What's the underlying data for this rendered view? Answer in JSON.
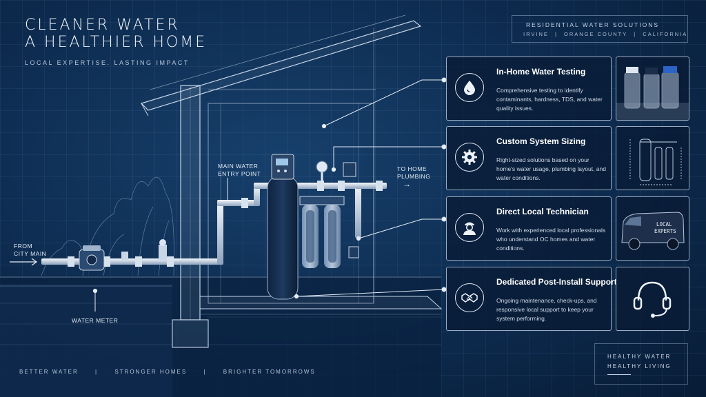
{
  "header": {
    "title_line1": "CLEANER WATER",
    "title_line2": "A HEALTHIER HOME",
    "tagline": "LOCAL EXPERTISE. LASTING IMPACT"
  },
  "location_box": {
    "heading": "RESIDENTIAL WATER SOLUTIONS",
    "places": [
      "IRVINE",
      "ORANGE COUNTY",
      "CALIFORNIA"
    ],
    "separator": "|"
  },
  "diagram_labels": {
    "from_city_main": "FROM\nCITY MAIN",
    "water_meter": "WATER METER",
    "main_water_entry": "MAIN WATER\nENTRY POINT",
    "to_home_plumbing": "TO HOME\nPLUMBING",
    "arrow": "→"
  },
  "services": [
    {
      "title": "In-Home Water Testing",
      "description": "Comprehensive testing to identify contaminants, hardness, TDS, and water quality issues.",
      "icon": "water-drop-icon"
    },
    {
      "title": "Custom System Sizing",
      "description": "Right-sized solutions based on your home's water usage, plumbing layout, and water conditions.",
      "icon": "gear-icon"
    },
    {
      "title": "Direct Local Technician",
      "description": "Work with experienced local professionals who understand OC homes and water conditions.",
      "icon": "technician-icon"
    },
    {
      "title": "Dedicated Post-Install Support",
      "description": "Ongoing maintenance, check-ups, and responsive local support to keep your system performing.",
      "icon": "handshake-icon"
    }
  ],
  "thumbnails": {
    "van_text_line1": "LOCAL",
    "van_text_line2": "EXPERTS"
  },
  "footer": {
    "items": [
      "BETTER WATER",
      "STRONGER HOMES",
      "BRIGHTER TOMORROWS"
    ],
    "separator": "|"
  },
  "badge": {
    "line1": "HEALTHY WATER",
    "line2": "HEALTHY LIVING"
  },
  "colors": {
    "background": "#0c2a4d",
    "accent": "#e8eef6"
  }
}
